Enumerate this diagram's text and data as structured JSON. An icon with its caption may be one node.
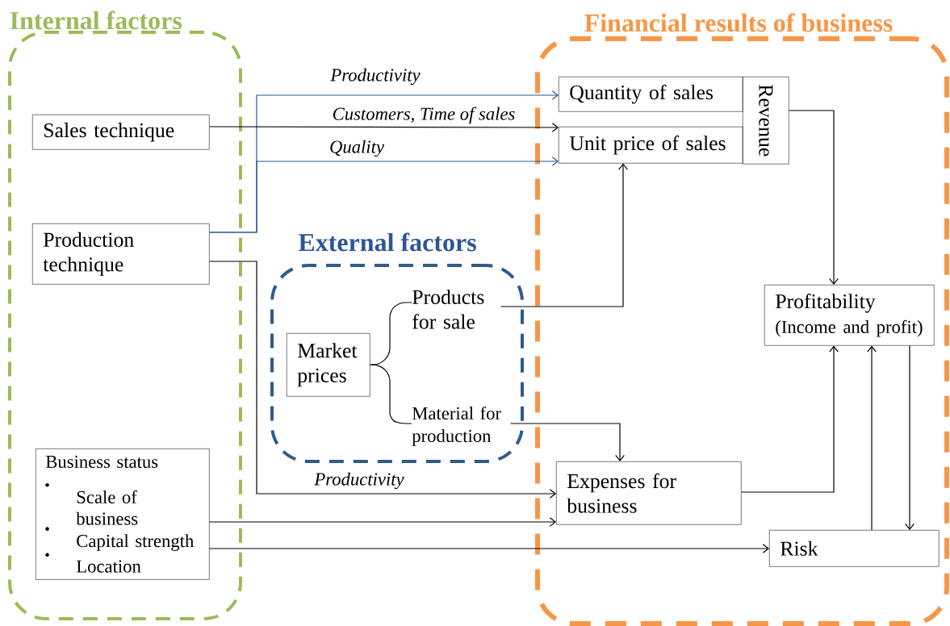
{
  "diagram": {
    "nodes": [
      {
        "text": [
          "Internal factors"
        ]
      },
      {
        "text": [
          "Sales technique"
        ],
        "in": 0
      },
      {
        "text": [
          "Production technique"
        ],
        "in": 0
      },
      {
        "text": [
          "Business status",
          "Scale of business",
          "Capital strength",
          "Location"
        ],
        "in": 0
      },
      {
        "text": [
          "External factors"
        ]
      },
      {
        "text": [
          "Market prices"
        ],
        "in": 4
      },
      {
        "text": [
          "Products for sale"
        ],
        "in": 4
      },
      {
        "text": [
          "Material for production"
        ],
        "in": 4
      },
      {
        "text": [
          "Financial results of business"
        ]
      },
      {
        "text": [
          "Quantity of sales"
        ],
        "in": 8
      },
      {
        "text": [
          "Unit price of sales"
        ],
        "in": 8
      },
      {
        "text": [
          "Revenue"
        ],
        "in": 8
      },
      {
        "text": [
          "Profitability",
          "(Income and profit)"
        ],
        "in": 8
      },
      {
        "text": [
          "Expenses for business"
        ],
        "in": 8
      },
      {
        "text": [
          "Risk"
        ],
        "in": 8
      }
    ],
    "edges": [
      {
        "from": 2,
        "to": 9,
        "arrow": "to",
        "label": "Productivity",
        "color": "#2f5597"
      },
      {
        "from": 1,
        "to": 10,
        "arrow": "to",
        "label": "Customers, Time of sales"
      },
      {
        "from": 2,
        "to": 10,
        "arrow": "to",
        "label": "Quality",
        "color": "#2f5597"
      },
      {
        "from": 2,
        "to": 13,
        "arrow": "to",
        "label": "Productivity"
      },
      {
        "from": 3,
        "to": 13,
        "arrow": "to"
      },
      {
        "from": 3,
        "to": 14,
        "arrow": "to"
      },
      {
        "from": 6,
        "to": 10,
        "arrow": "to"
      },
      {
        "from": 7,
        "to": 13,
        "arrow": "to"
      },
      {
        "from": 11,
        "to": 12,
        "arrow": "to"
      },
      {
        "from": 13,
        "to": 12,
        "arrow": "to"
      },
      {
        "from": 14,
        "to": 12,
        "arrow": "to"
      },
      {
        "from": 12,
        "to": 14,
        "arrow": "to"
      },
      {
        "from": 5,
        "to": 6,
        "arrow": "none"
      },
      {
        "from": 5,
        "to": 7,
        "arrow": "none"
      }
    ]
  }
}
